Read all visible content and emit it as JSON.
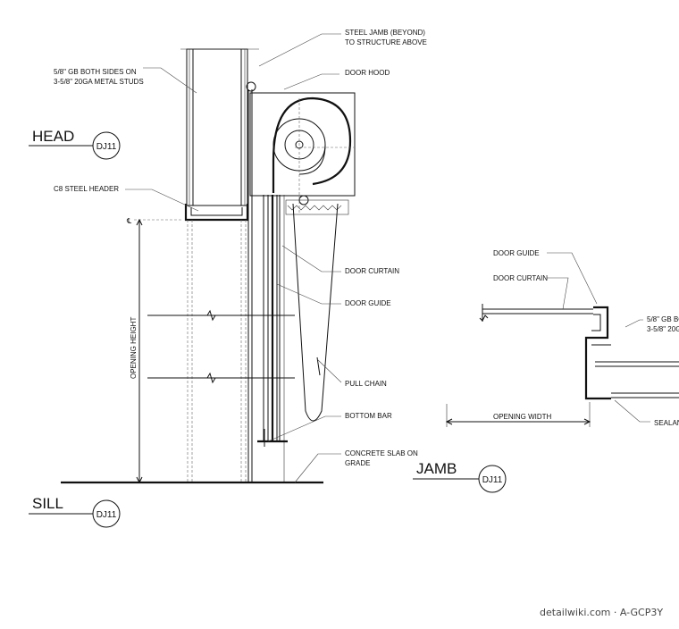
{
  "views": {
    "head": {
      "title": "HEAD",
      "tag": "DJ11"
    },
    "sill": {
      "title": "SILL",
      "tag": "DJ11"
    },
    "jamb": {
      "title": "JAMB",
      "tag": "DJ11"
    }
  },
  "notes": {
    "steel_jamb_1": "STEEL JAMB (BEYOND)",
    "steel_jamb_2": "TO STRUCTURE ABOVE",
    "gb_1": "5/8\" GB BOTH SIDES ON",
    "gb_2": "3-5/8\" 20GA METAL STUDS",
    "door_hood": "DOOR HOOD",
    "c8_header": "C8 STEEL HEADER",
    "door_curtain": "DOOR CURTAIN",
    "door_guide": "DOOR GUIDE",
    "pull_chain": "PULL CHAIN",
    "bottom_bar": "BOTTOM BAR",
    "slab_1": "CONCRETE SLAB ON",
    "slab_2": "GRADE",
    "opening_height": "OPENING HEIGHT",
    "cl_mark": "℄",
    "jamb_door_guide": "DOOR GUIDE",
    "jamb_door_curtain": "DOOR CURTAIN",
    "jamb_gb_1": "5/8\" GB BO",
    "jamb_gb_2": "3-5/8\" 20G",
    "opening_width": "OPENING WIDTH",
    "sealant": "SEALAN"
  },
  "watermark": "detailwiki.com · A-GCP3Y"
}
